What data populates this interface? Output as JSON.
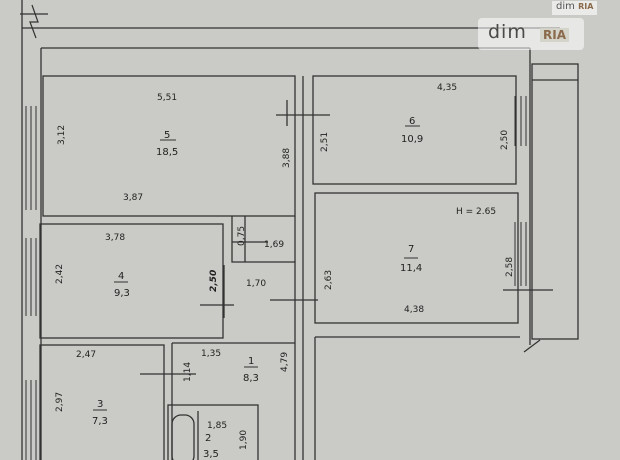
{
  "watermark": {
    "main_text": "dim",
    "badge_text": "RIA",
    "corner_text": "dim",
    "corner_badge": "RIA"
  },
  "ceiling_height": "H = 2.65",
  "rooms": [
    {
      "number": "5",
      "area": "18,5",
      "dims": [
        "5,51",
        "3,12",
        "3,87",
        "3,88"
      ]
    },
    {
      "number": "6",
      "area": "10,9",
      "dims": [
        "4,35",
        "2,51",
        "2,50"
      ]
    },
    {
      "number": "4",
      "area": "9,3",
      "dims": [
        "3,78",
        "2,42",
        "2,50"
      ]
    },
    {
      "number": "7",
      "area": "11,4",
      "dims": [
        "2,63",
        "2,58",
        "4,38"
      ]
    },
    {
      "number": "1",
      "area": "8,3",
      "dims": [
        "1,35",
        "1,14",
        "4,79",
        "1,70",
        "1,69",
        "0,75"
      ]
    },
    {
      "number": "3",
      "area": "7,3",
      "dims": [
        "2,47",
        "2,97"
      ]
    },
    {
      "number": "2",
      "area": "3,5",
      "dims": [
        "1,85",
        "1,90"
      ]
    }
  ]
}
